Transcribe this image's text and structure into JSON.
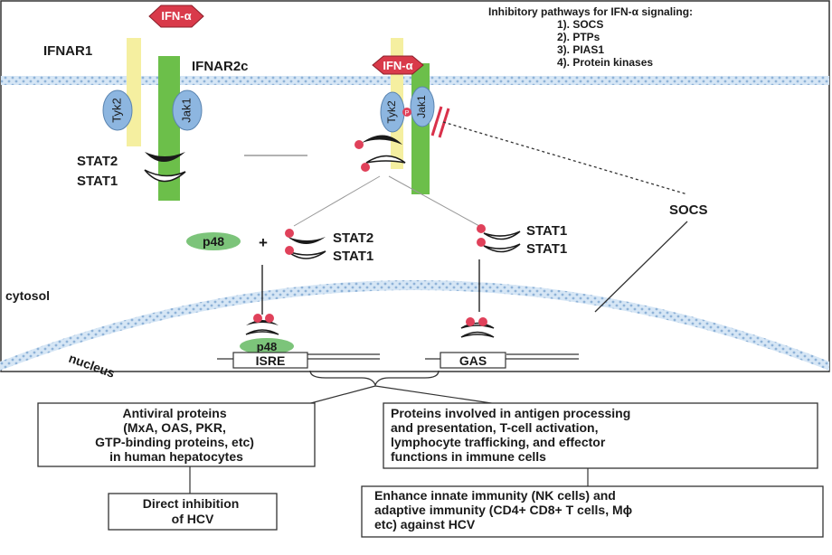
{
  "inhibitory": {
    "title": "Inhibitory pathways for IFN-α signaling:",
    "items": [
      "1). SOCS",
      "2). PTPs",
      "3). PIAS1",
      "4). Protein kinases"
    ]
  },
  "ligand": "IFN-α",
  "receptors": {
    "r1": "IFNAR1",
    "r2": "IFNAR2c"
  },
  "kinases": {
    "tyk2": "Tyk2",
    "jak1": "Jak1"
  },
  "phospho": "P",
  "stats": {
    "stat1": "STAT1",
    "stat2": "STAT2"
  },
  "p48": "p48",
  "plus": "+",
  "socs": "SOCS",
  "cytosol": "cytosol",
  "nucleus": "nucleus",
  "elements": {
    "isre": "ISRE",
    "gas": "GAS"
  },
  "boxes": {
    "antiviral": [
      "Antiviral proteins",
      "(MxA, OAS, PKR,",
      "GTP-binding proteins, etc)",
      "in human hepatocytes"
    ],
    "immune": [
      "Proteins involved in antigen processing",
      "and presentation, T-cell activation,",
      "lymphocyte trafficking, and effector",
      "functions in immune cells"
    ],
    "direct": [
      "Direct inhibition",
      "of HCV"
    ],
    "enhance": [
      "Enhance innate immunity (NK cells) and",
      "adaptive immunity (CD4+ CD8+ T cells, Mϕ",
      "etc) against HCV"
    ]
  },
  "colors": {
    "ifnar1": "#f5efa0",
    "ifnar2c": "#6cbf4a",
    "kinase": "#8db6e0",
    "ligand": "#d93a4a",
    "phospho": "#e0415a",
    "p48": "#7cc47a",
    "membrane": "#a9c8e8"
  }
}
